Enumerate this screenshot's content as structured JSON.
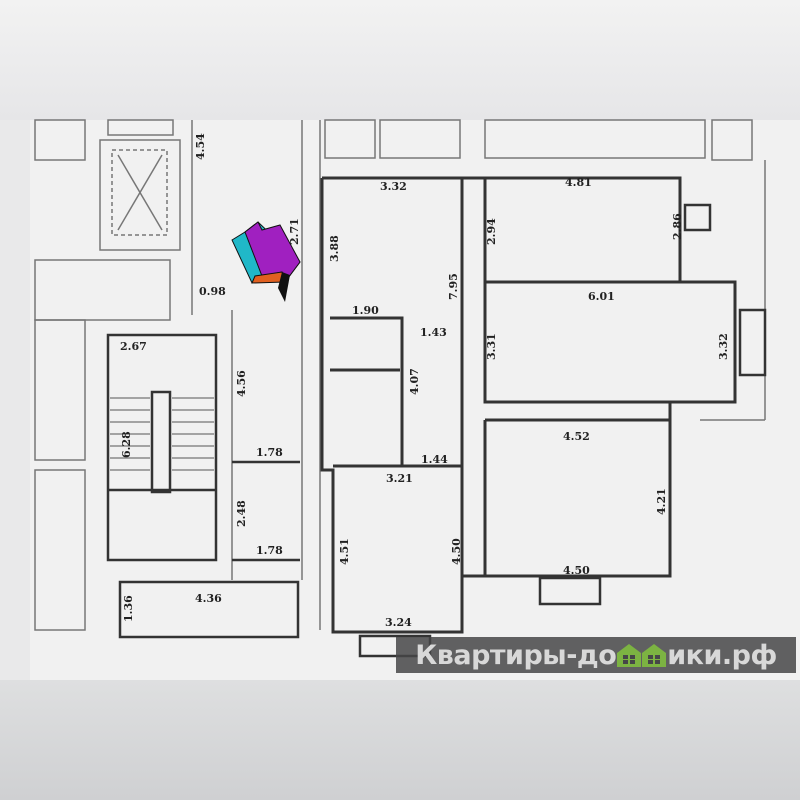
{
  "plan": {
    "labels": {
      "d454": "4.54",
      "d271": "2.71",
      "d388": "3.88",
      "d098": "0.98",
      "d332a": "3.32",
      "d481": "4.81",
      "d294": "2.94",
      "d286": "2.86",
      "d795": "7.95",
      "d601": "6.01",
      "d331": "3.31",
      "d332b": "3.32",
      "d190": "1.90",
      "d143": "1.43",
      "d267": "2.67",
      "d456": "4.56",
      "d407": "4.07",
      "d628": "6.28",
      "d178a": "1.78",
      "d144": "1.44",
      "d452": "4.52",
      "d321": "3.21",
      "d421": "4.21",
      "d248": "2.48",
      "d451": "4.51",
      "d450a": "4.50",
      "d178b": "1.78",
      "d450b": "4.50",
      "d436": "4.36",
      "d136": "1.36",
      "d324": "3.24"
    },
    "entrance_arrow_colors": {
      "top": "#a020c0",
      "side": "#20b8c8",
      "front": "#e06020"
    }
  },
  "watermark": {
    "text": "Квартиры-домики.рф",
    "part1": "Квартиры-до",
    "part2": "ики.рф",
    "house_color": "#7cb342"
  }
}
